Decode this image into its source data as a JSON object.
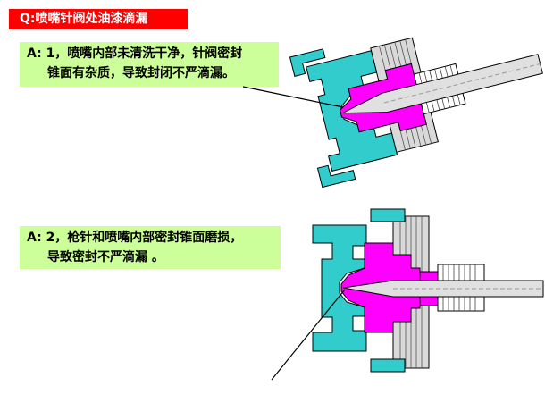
{
  "question": "Q:喷嘴针阀处油漆滴漏",
  "answers": [
    {
      "lines": [
        "A: 1，喷嘴内部未清洗干净，针阀密封",
        "锥面有杂质，导致封闭不严滴漏。"
      ]
    },
    {
      "lines": [
        "A: 2，枪针和喷嘴内部密封锥面磨损，",
        "导致密封不严滴漏 。"
      ]
    }
  ],
  "colors": {
    "title_bg": "#ff0000",
    "answer_bg": "#ccff99",
    "body_part": "#33cccc",
    "needle": "#ff00ff",
    "leader_line": "#000000"
  }
}
